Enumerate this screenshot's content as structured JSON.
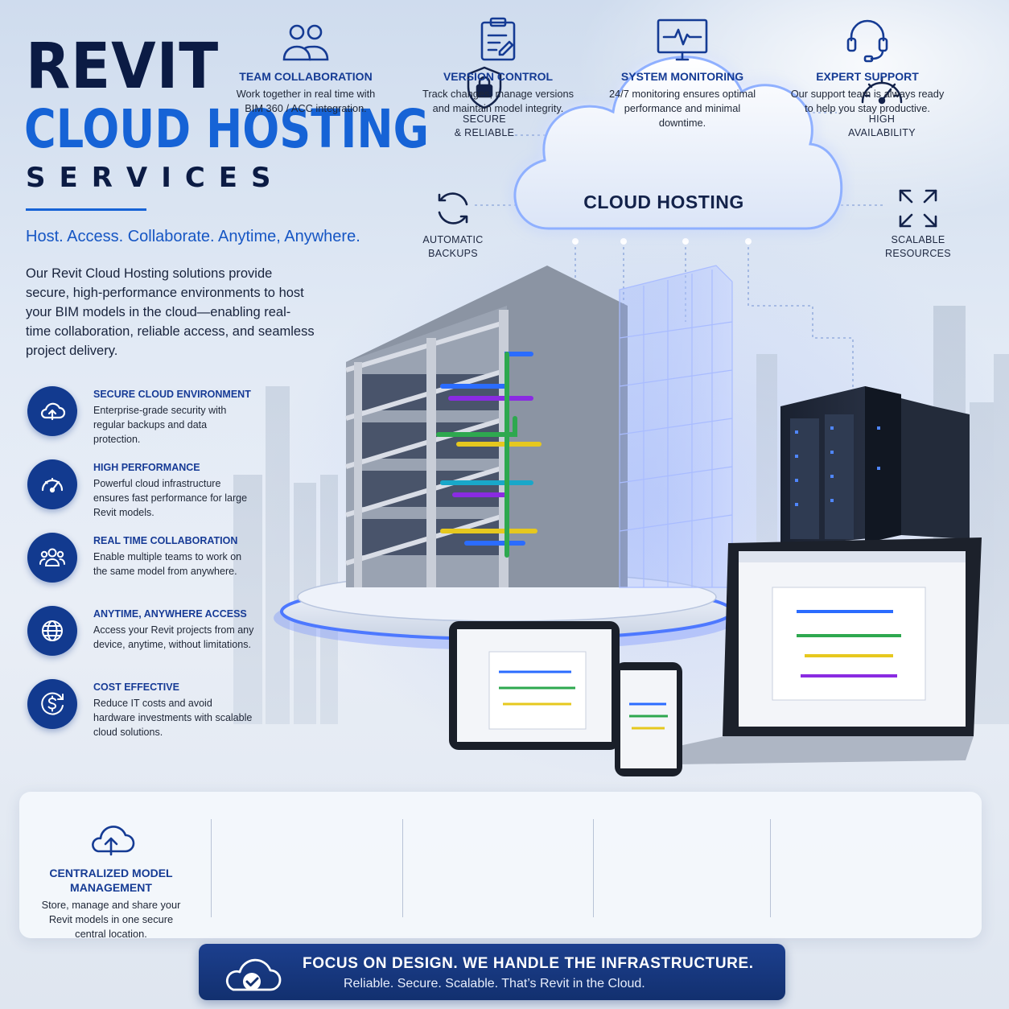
{
  "header": {
    "title_line1": "REVIT",
    "title_line2": "CLOUD HOSTING",
    "title_line3": "SERVICES",
    "tagline": "Host. Access. Collaborate. Anytime, Anywhere.",
    "intro": "Our Revit Cloud Hosting solutions provide secure, high-performance environments to host your BIM models in the cloud—enabling real-time collaboration, reliable access, and seamless project delivery."
  },
  "features": [
    {
      "icon": "cloud-upload-icon",
      "title": "SECURE CLOUD ENVIRONMENT",
      "desc": "Enterprise-grade security with regular backups and data protection."
    },
    {
      "icon": "speedometer-icon",
      "title": "HIGH PERFORMANCE",
      "desc": "Powerful cloud infrastructure ensures fast performance for large Revit models."
    },
    {
      "icon": "team-icon",
      "title": "REAL TIME COLLABORATION",
      "desc": "Enable multiple teams to work on the same model from anywhere."
    },
    {
      "icon": "globe-icon",
      "title": "ANYTIME, ANYWHERE ACCESS",
      "desc": "Access your Revit projects from any device, anytime, without limitations."
    },
    {
      "icon": "dollar-icon",
      "title": "COST EFFECTIVE",
      "desc": "Reduce IT costs and avoid hardware investments with scalable cloud solutions."
    }
  ],
  "cloud": {
    "label": "CLOUD HOSTING",
    "callouts": [
      {
        "icon": "shield-lock-icon",
        "label": "SECURE\n& RELIABLE"
      },
      {
        "icon": "gauge-icon",
        "label": "HIGH\nAVAILABILITY"
      },
      {
        "icon": "sync-icon",
        "label": "AUTOMATIC\nBACKUPS"
      },
      {
        "icon": "expand-icon",
        "label": "SCALABLE\nRESOURCES"
      }
    ]
  },
  "bottom": [
    {
      "icon": "cloud-upload-icon",
      "title": "CENTRALIZED MODEL\nMANAGEMENT",
      "desc": "Store, manage and share your Revit models in one secure central location."
    },
    {
      "icon": "team-icon",
      "title": "TEAM COLLABORATION",
      "desc": "Work together in real time with BIM 360 / ACC integration."
    },
    {
      "icon": "clipboard-icon",
      "title": "VERSION CONTROL",
      "desc": "Track changes, manage versions and maintain model integrity."
    },
    {
      "icon": "monitor-pulse-icon",
      "title": "SYSTEM MONITORING",
      "desc": "24/7 monitoring ensures optimal performance and minimal downtime."
    },
    {
      "icon": "headset-icon",
      "title": "EXPERT SUPPORT",
      "desc": "Our support team is always ready to help you stay productive."
    }
  ],
  "banner": {
    "headline": "FOCUS ON DESIGN. WE HANDLE THE INFRASTRUCTURE.",
    "subline": "Reliable. Secure. Scalable. That’s Revit in the Cloud."
  },
  "colors": {
    "navy": "#0b1b44",
    "brand_blue": "#1663d6",
    "icon_circle": "#123a8f",
    "feature_title": "#173b96",
    "banner_bg": "#12306f",
    "pipe_colors": [
      "#2b6cff",
      "#8a2be2",
      "#2ea84f",
      "#e6c81e",
      "#19a7c9"
    ]
  }
}
